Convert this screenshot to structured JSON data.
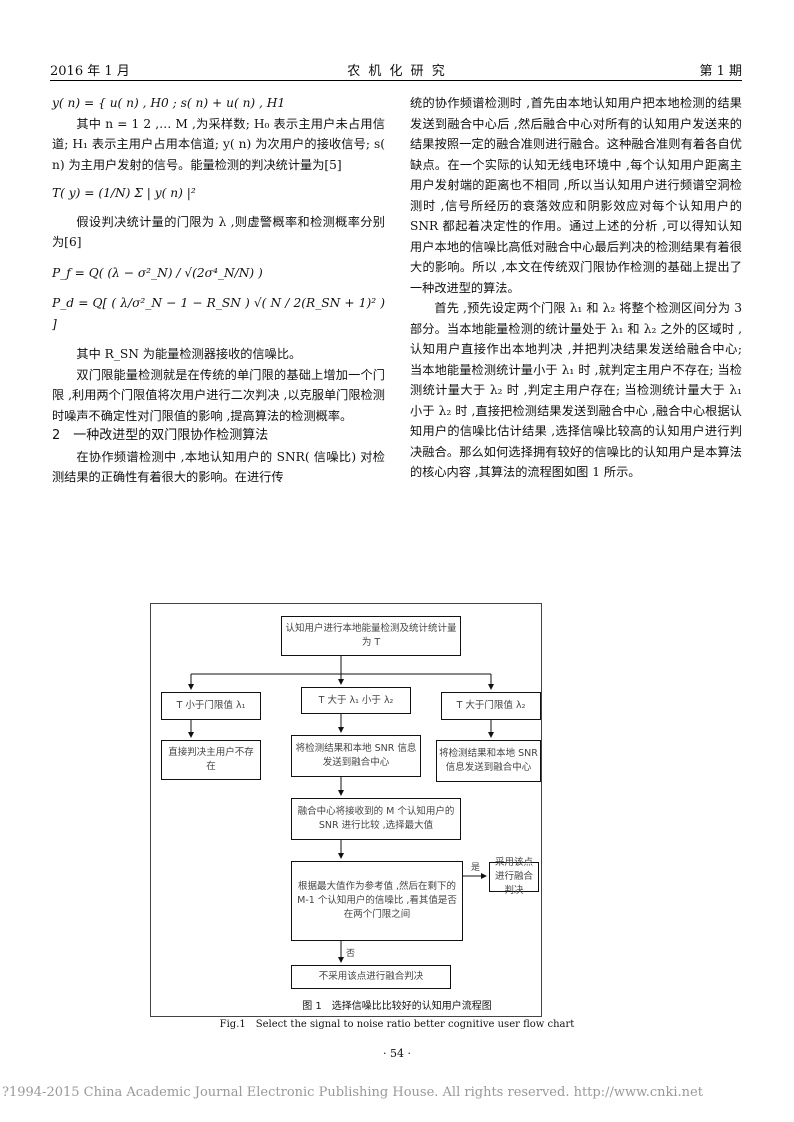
{
  "header": {
    "left": "2016 年 1 月",
    "center": "农 机 化 研 究",
    "right": "第 1 期"
  },
  "left_col": {
    "eq1": "y( n) = { u( n) ,  H0 ;  s( n) + u( n) ,  H1",
    "p1": "其中 n = 1 2 ,… M ,为采样数; H₀ 表示主用户未占用信道; H₁ 表示主用户占用本信道; y( n) 为次用户的接收信号; s( n) 为主用户发射的信号。能量检测的判决统计量为[5]",
    "eq2": "T( y) = (1/N) Σ | y( n) |²",
    "p2": "假设判决统计量的门限为 λ ,则虚警概率和检测概率分别为[6]",
    "eq3": "P_f = Q( (λ − σ²_N) / √(2σ⁴_N/N) )",
    "eq4": "P_d = Q[ ( λ/σ²_N − 1 − R_SN ) √( N / 2(R_SN + 1)² ) ]",
    "p3": "其中 R_SN 为能量检测器接收的信噪比。",
    "p4": "双门限能量检测就是在传统的单门限的基础上增加一个门限 ,利用两个门限值将次用户进行二次判决 ,以克服单门限检测时噪声不确定性对门限值的影响 ,提高算法的检测概率。",
    "section": "2　一种改进型的双门限协作检测算法",
    "p5": "在协作频谱检测中 ,本地认知用户的 SNR( 信噪比) 对检测结果的正确性有着很大的影响。在进行传"
  },
  "right_col": {
    "p1": "统的协作频谱检测时 ,首先由本地认知用户把本地检测的结果发送到融合中心后 ,然后融合中心对所有的认知用户发送来的结果按照一定的融合准则进行融合。这种融合准则有着各自优缺点。在一个实际的认知无线电环境中 ,每个认知用户距离主用户发射端的距离也不相同 ,所以当认知用户进行频谱空洞检测时 ,信号所经历的衰落效应和阴影效应对每个认知用户的 SNR 都起着决定性的作用。通过上述的分析 ,可以得知认知用户本地的信噪比高低对融合中心最后判决的检测结果有着很大的影响。所以 ,本文在传统双门限协作检测的基础上提出了一种改进型的算法。",
    "p2": "首先 ,预先设定两个门限 λ₁ 和 λ₂ 将整个检测区间分为 3 部分。当本地能量检测的统计量处于 λ₁ 和 λ₂ 之外的区域时 ,认知用户直接作出本地判决 ,并把判决结果发送给融合中心; 当本地能量检测统计量小于 λ₁ 时 ,就判定主用户不存在; 当检测统计量大于 λ₂ 时 ,判定主用户存在; 当检测统计量大于 λ₁ 小于 λ₂ 时 ,直接把检测结果发送到融合中心 ,融合中心根据认知用户的信噪比估计结果 ,选择信噪比较高的认知用户进行判决融合。那么如何选择拥有较好的信噪比的认知用户是本算法的核心内容 ,其算法的流程图如图 1 所示。"
  },
  "figure": {
    "boxes": {
      "top": "认知用户进行本地能量检测及统计统计量为 T",
      "left1": "T 小于门限值 λ₁",
      "mid1": "T 大于 λ₁ 小于 λ₂",
      "right1": "T 大于门限值 λ₂",
      "left2": "直接判决主用户不存在",
      "mid2": "将检测结果和本地 SNR 信息发送到融合中心",
      "right2": "将检测结果和本地 SNR 信息发送到融合中心",
      "mid3": "融合中心将接收到的 M 个认知用户的 SNR 进行比较 ,选择最大值",
      "mid4": "根据最大值作为参考值 ,然后在剩下的 M-1 个认知用户的信噪比 ,看其值是否在两个门限之间",
      "right4": "采用该点进行融合判决",
      "bottom": "不采用该点进行融合判决"
    },
    "label_yes": "是",
    "label_no": "否",
    "caption_cn": "图 1　选择信噪比比较好的认知用户流程图",
    "caption_en": "Fig.1　Select the signal to noise ratio better cognitive user flow chart"
  },
  "page_number": "· 54 ·",
  "footer": "?1994-2015 China Academic Journal Electronic Publishing House. All rights reserved.    http://www.cnki.net"
}
